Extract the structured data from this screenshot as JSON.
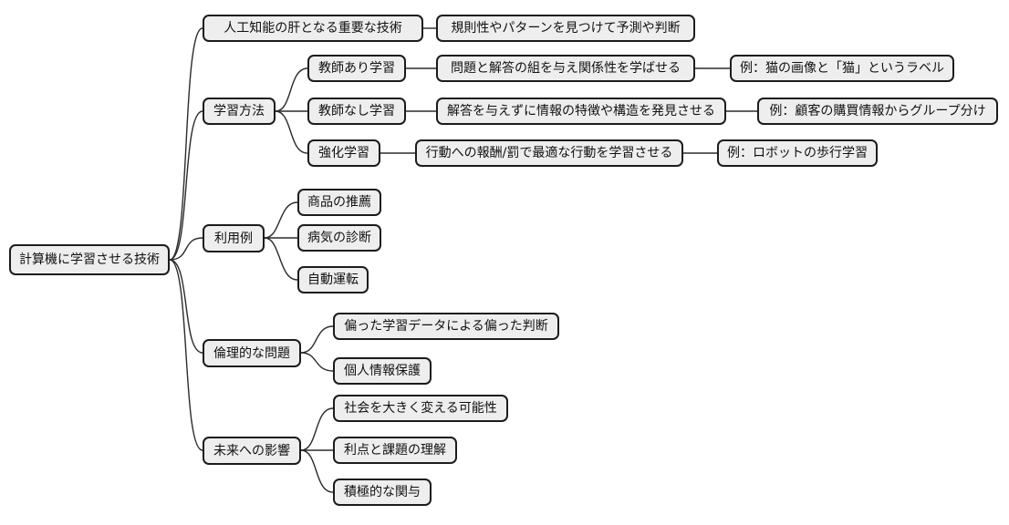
{
  "diagram": {
    "type": "mindmap",
    "colors": {
      "box_fill": "#eeeeee",
      "box_border": "#1c1c1c",
      "connector": "#2b2b2b",
      "background": "#ffffff"
    }
  },
  "nodes": {
    "root": {
      "label": "計算機に学習させる技術"
    },
    "ai_core": {
      "label": "人工知能の肝となる重要な技術"
    },
    "ai_core_desc": {
      "label": "規則性やパターンを見つけて予測や判断"
    },
    "methods": {
      "label": "学習方法"
    },
    "supervised": {
      "label": "教師あり学習"
    },
    "supervised_desc": {
      "label": "問題と解答の組を与え関係性を学ばせる"
    },
    "supervised_example": {
      "label": "例：猫の画像と「猫」というラベル"
    },
    "unsupervised": {
      "label": "教師なし学習"
    },
    "unsupervised_desc": {
      "label": "解答を与えずに情報の特徴や構造を発見させる"
    },
    "unsupervised_example": {
      "label": "例：顧客の購買情報からグループ分け"
    },
    "reinforcement": {
      "label": "強化学習"
    },
    "reinforcement_desc": {
      "label": "行動への報酬/罰で最適な行動を学習させる"
    },
    "reinforcement_example": {
      "label": "例：ロボットの歩行学習"
    },
    "use_cases": {
      "label": "利用例"
    },
    "recommendation": {
      "label": "商品の推薦"
    },
    "diagnosis": {
      "label": "病気の診断"
    },
    "self_driving": {
      "label": "自動運転"
    },
    "ethics": {
      "label": "倫理的な問題"
    },
    "biased_data": {
      "label": "偏った学習データによる偏った判断"
    },
    "privacy": {
      "label": "個人情報保護"
    },
    "future": {
      "label": "未来への影響"
    },
    "social_change": {
      "label": "社会を大きく変える可能性"
    },
    "pros_cons": {
      "label": "利点と課題の理解"
    },
    "engagement": {
      "label": "積極的な関与"
    }
  },
  "edges": [
    [
      "root",
      "ai_core"
    ],
    [
      "root",
      "methods"
    ],
    [
      "root",
      "use_cases"
    ],
    [
      "root",
      "ethics"
    ],
    [
      "root",
      "future"
    ],
    [
      "ai_core",
      "ai_core_desc"
    ],
    [
      "methods",
      "supervised"
    ],
    [
      "methods",
      "unsupervised"
    ],
    [
      "methods",
      "reinforcement"
    ],
    [
      "supervised",
      "supervised_desc"
    ],
    [
      "supervised_desc",
      "supervised_example"
    ],
    [
      "unsupervised",
      "unsupervised_desc"
    ],
    [
      "unsupervised_desc",
      "unsupervised_example"
    ],
    [
      "reinforcement",
      "reinforcement_desc"
    ],
    [
      "reinforcement_desc",
      "reinforcement_example"
    ],
    [
      "use_cases",
      "recommendation"
    ],
    [
      "use_cases",
      "diagnosis"
    ],
    [
      "use_cases",
      "self_driving"
    ],
    [
      "ethics",
      "biased_data"
    ],
    [
      "ethics",
      "privacy"
    ],
    [
      "future",
      "social_change"
    ],
    [
      "future",
      "pros_cons"
    ],
    [
      "future",
      "engagement"
    ]
  ]
}
